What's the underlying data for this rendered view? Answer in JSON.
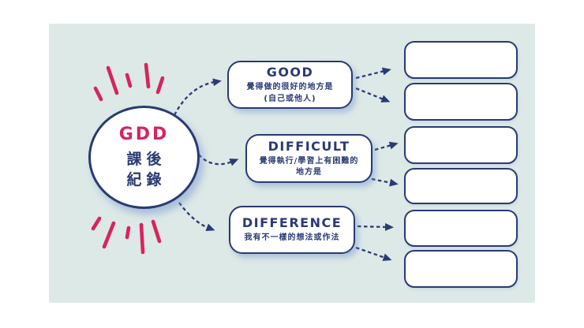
{
  "colors": {
    "navy": "#2a3a73",
    "pink": "#d7245e",
    "panel_background": "#dde9e6",
    "page_background": "#ffffff",
    "box_shadow_blue": "#c3d3e9"
  },
  "center": {
    "title": "GDD",
    "lines": [
      "課後",
      "紀錄"
    ]
  },
  "branches": [
    {
      "id": "good",
      "title": "GOOD",
      "lines": [
        "覺得做的很好的地方是",
        "(自己或他人)"
      ]
    },
    {
      "id": "difficult",
      "title": "DIFFICULT",
      "lines": [
        "覺得執行/學習上有困難的",
        "地方是"
      ]
    },
    {
      "id": "difference",
      "title": "DIFFERENCE",
      "lines": [
        "我有不一樣的想法或作法"
      ]
    }
  ],
  "answer_slots": [
    {
      "value": ""
    },
    {
      "value": ""
    },
    {
      "value": ""
    },
    {
      "value": ""
    },
    {
      "value": ""
    },
    {
      "value": ""
    }
  ]
}
